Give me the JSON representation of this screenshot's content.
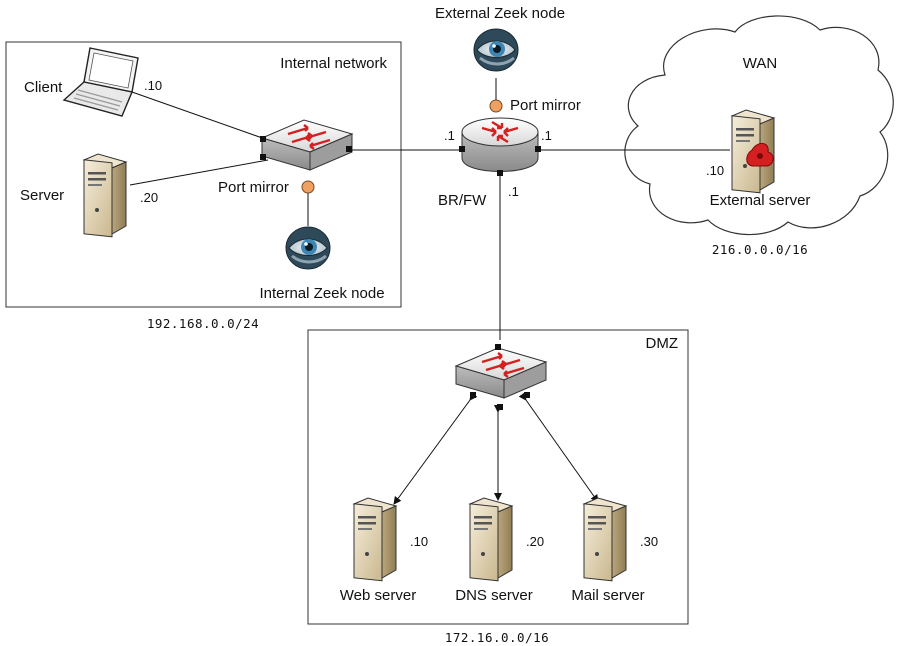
{
  "zones": {
    "internal": {
      "title": "Internal network",
      "subnet": "192.168.0.0/24"
    },
    "wan": {
      "title": "WAN",
      "subnet": "216.0.0.0/16"
    },
    "dmz": {
      "title": "DMZ",
      "subnet": "172.16.0.0/16"
    }
  },
  "nodes": {
    "client": {
      "label": "Client",
      "ip": ".10"
    },
    "server": {
      "label": "Server",
      "ip": ".20"
    },
    "internal_switch": {
      "mirror_label": "Port mirror"
    },
    "internal_zeek": {
      "label": "Internal Zeek node"
    },
    "external_zeek": {
      "label": "External Zeek node"
    },
    "router": {
      "label": "BR/FW",
      "mirror_label": "Port mirror",
      "ip_left": ".1",
      "ip_right": ".1",
      "ip_bottom": ".1"
    },
    "external_server": {
      "label": "External server",
      "ip": ".10"
    },
    "web_server": {
      "label": "Web server",
      "ip": ".10"
    },
    "dns_server": {
      "label": "DNS server",
      "ip": ".20"
    },
    "mail_server": {
      "label": "Mail server",
      "ip": ".30"
    }
  },
  "colors": {
    "line": "#111111",
    "mirror_dot": "#f0a060",
    "switch_arrow": "#d42020",
    "server_body": "#e8dcc0"
  }
}
